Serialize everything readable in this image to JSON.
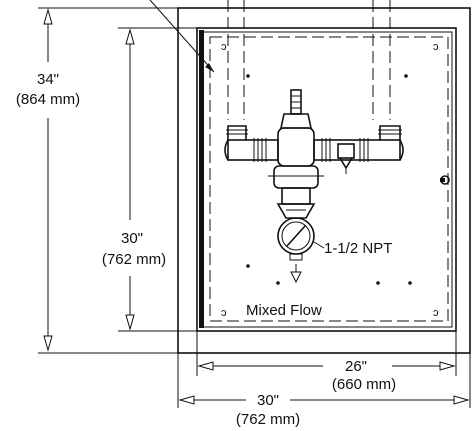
{
  "dimensions": {
    "outer_height": {
      "imperial": "34\"",
      "metric": "(864 mm)"
    },
    "inner_height": {
      "imperial": "30\"",
      "metric": "(762 mm)"
    },
    "inner_width": {
      "imperial": "26\"",
      "metric": "(660 mm)"
    },
    "outer_width": {
      "imperial": "30\"",
      "metric": "(762 mm)"
    }
  },
  "callouts": {
    "outlet_size": "1-1/2 NPT",
    "outlet_name": "Mixed Flow"
  }
}
